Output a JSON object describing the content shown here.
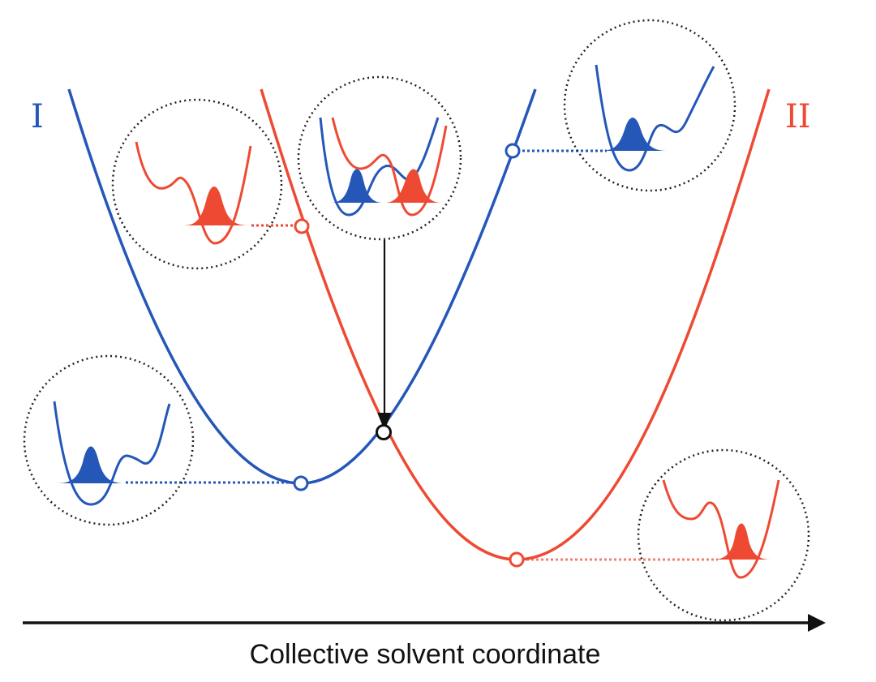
{
  "labels": {
    "state_1": "I",
    "state_2": "II",
    "axis": "Collective solvent coordinate"
  },
  "colors": {
    "state_1": "#2557b8",
    "state_2": "#ee4a33",
    "crossing_point": "#111111",
    "background": "#ffffff"
  }
}
